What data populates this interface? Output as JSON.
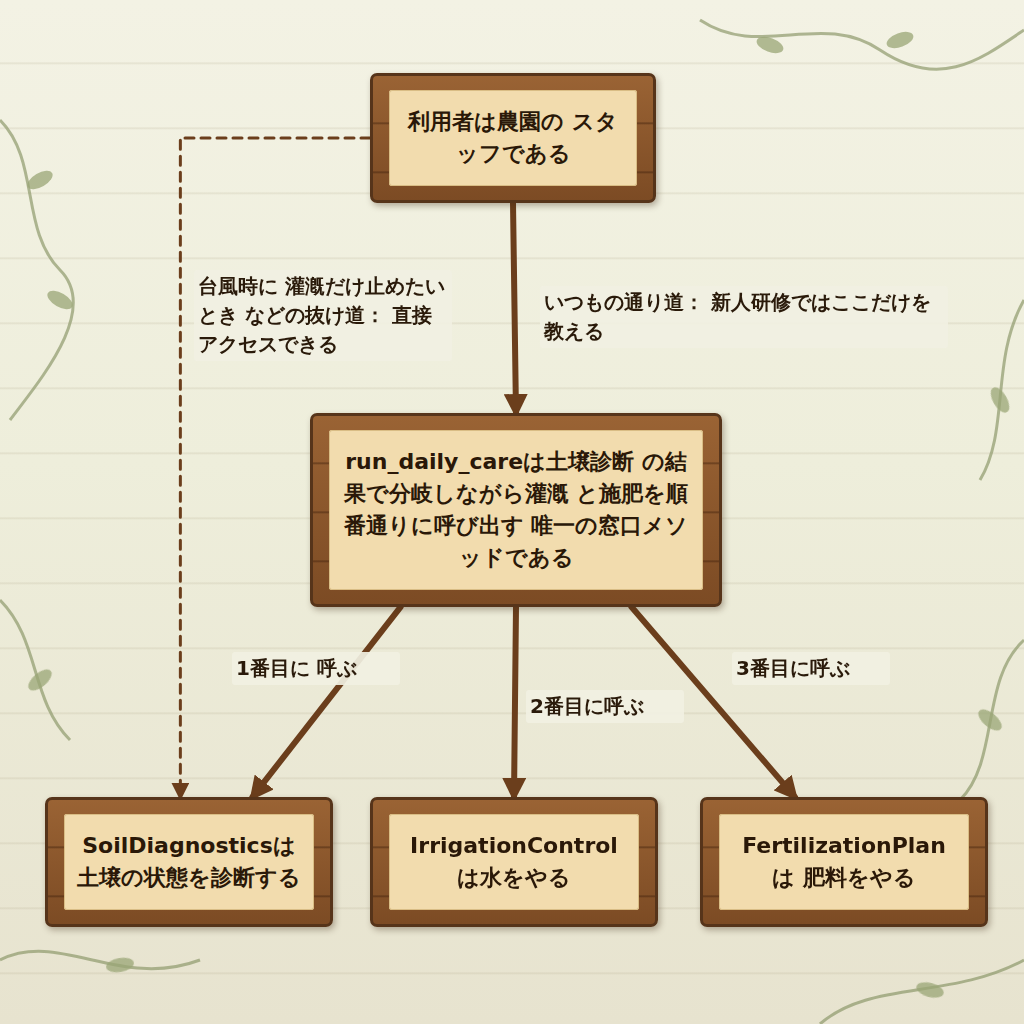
{
  "diagram": {
    "nodes": [
      {
        "text": [
          "利用者は農園の スタッフである"
        ]
      },
      {
        "text": [
          "run_daily_careは土壌診断 の結果で分岐しながら灌漑 と施肥を順番通りに呼び出す 唯一の窓口メソッドである"
        ]
      },
      {
        "text": [
          "SoilDiagnosticsは 土壌の状態を診断する"
        ]
      },
      {
        "text": [
          "IrrigationControl は水をやる"
        ]
      },
      {
        "text": [
          "FertilizationPlanは 肥料をやる"
        ]
      }
    ],
    "edges": [
      {
        "from": 0,
        "to": 1,
        "arrow": "to",
        "label": "いつもの通り道： 新人研修ではここだけを教える"
      },
      {
        "from": 1,
        "to": 2,
        "arrow": "to",
        "label": "1番目に 呼ぶ"
      },
      {
        "from": 1,
        "to": 3,
        "arrow": "to",
        "label": "2番目に呼ぶ"
      },
      {
        "from": 1,
        "to": 4,
        "arrow": "to",
        "label": "3番目に呼ぶ"
      },
      {
        "from": 0,
        "to": 2,
        "arrow": "to",
        "label": "台風時に 灌漑だけ止めたい とき などの抜け道： 直接アクセスできる"
      }
    ]
  }
}
